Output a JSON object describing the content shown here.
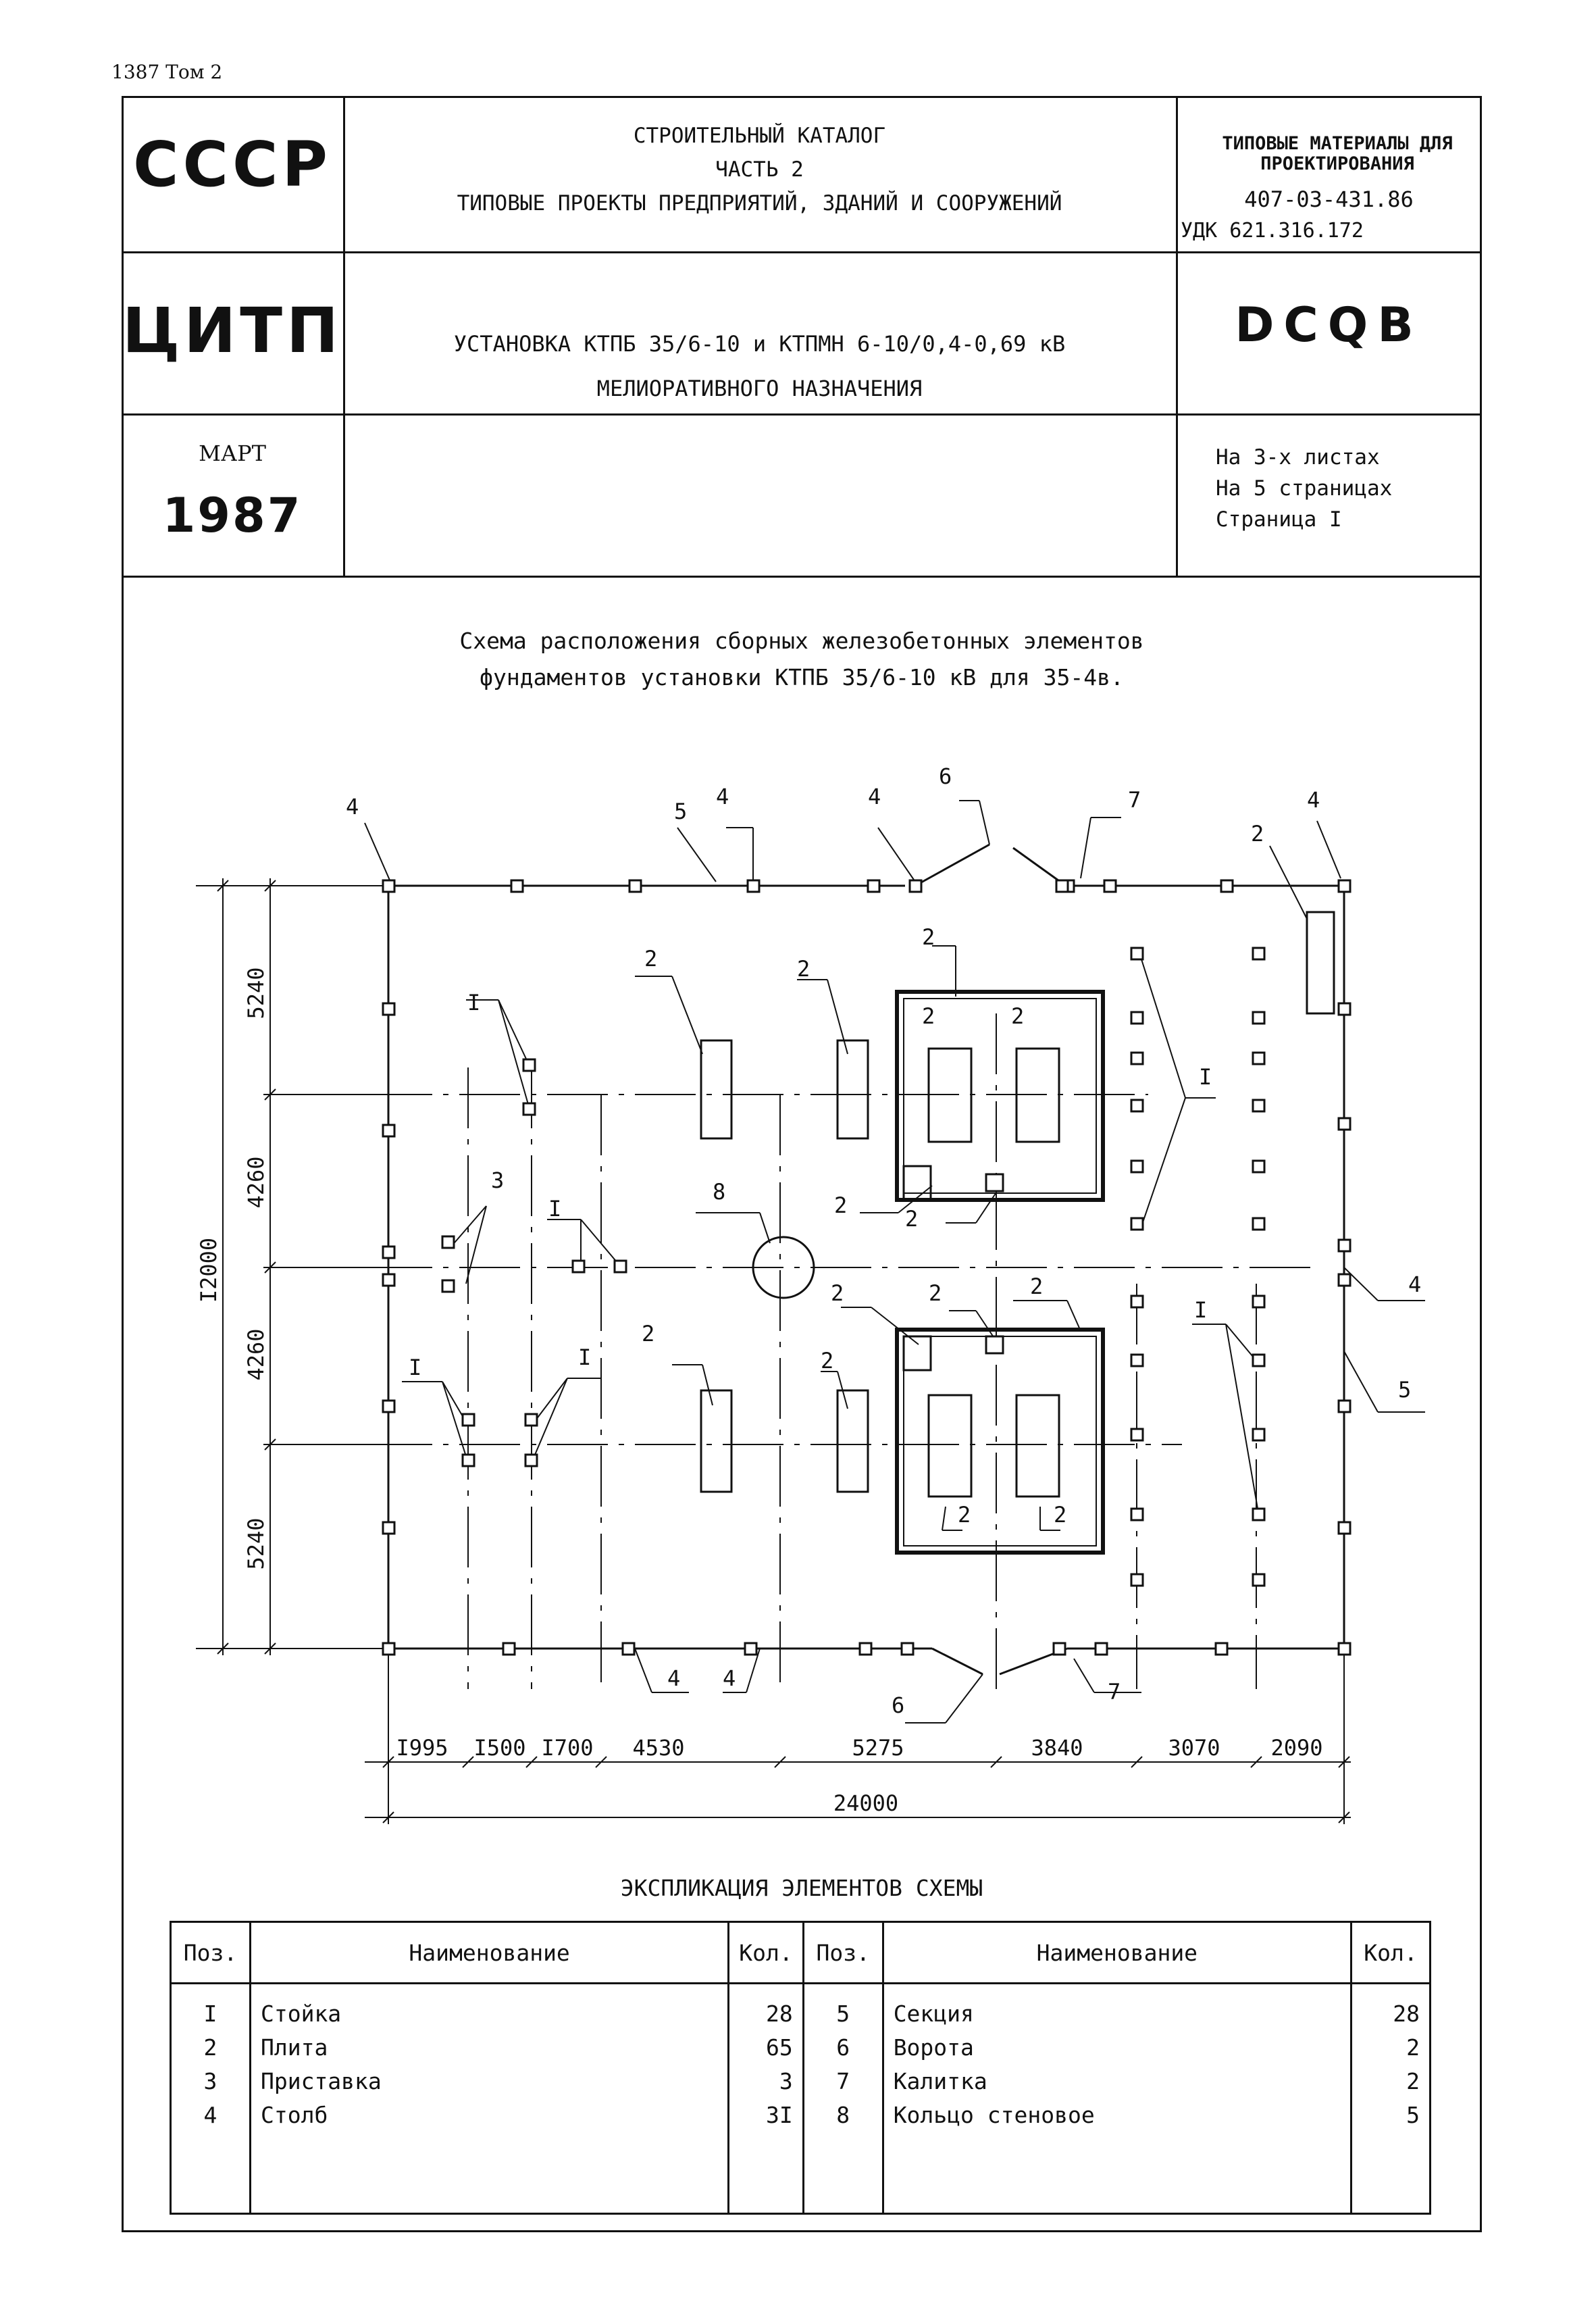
{
  "corner_note": "1387 Том 2",
  "stamp": {
    "ussr": "СССР",
    "citp": "ЦИТП",
    "month": "МАРТ",
    "year": "1987",
    "catalog_lines": [
      "СТРОИТЕЛЬНЫЙ КАТАЛОГ",
      "ЧАСТЬ 2",
      "ТИПОВЫЕ ПРОЕКТЫ ПРЕДПРИЯТИЙ, ЗДАНИЙ И СООРУЖЕНИЙ"
    ],
    "typical_materials": "ТИПОВЫЕ МАТЕРИАЛЫ ДЛЯ ПРОЕКТИРОВАНИЯ",
    "doc_number": "407-03-431.86",
    "udk": "УДК 621.316.172",
    "title_line1": "УСТАНОВКА КТПБ 35/6-10 и КТПМН 6-10/0,4-0,69 кВ",
    "title_line2": "МЕЛИОРАТИВНОГО НАЗНАЧЕНИЯ",
    "code": "DCQB",
    "sheets": "На 3-х листах",
    "pages": "На 5 страницах",
    "page": "Страница I"
  },
  "scheme": {
    "caption_line1": "Схема расположения сборных железобетонных элементов",
    "caption_line2": "фундаментов установки КТПБ 35/6-10 кВ для 35-4в.",
    "dims_bottom": [
      "I995",
      "I500",
      "I700",
      "4530",
      "5275",
      "3840",
      "3070",
      "2090"
    ],
    "dim_total": "24000",
    "dims_left": [
      "5240",
      "4260",
      "4260",
      "5240"
    ],
    "dim_left_total": "I2000"
  },
  "explication": {
    "title": "ЭКСПЛИКАЦИЯ ЭЛЕМЕНТОВ СХЕМЫ",
    "headers": [
      "Поз.",
      "Наименование",
      "Кол.",
      "Поз.",
      "Наименование",
      "Кол."
    ],
    "rows": [
      [
        "I",
        "Стойка",
        "28",
        "5",
        "Секция",
        "28"
      ],
      [
        "2",
        "Плита",
        "65",
        "6",
        "Ворота",
        "2"
      ],
      [
        "3",
        "Приставка",
        "3",
        "7",
        "Калитка",
        "2"
      ],
      [
        "4",
        "Столб",
        "3I",
        "8",
        "Кольцо стеновое",
        "5"
      ]
    ]
  }
}
